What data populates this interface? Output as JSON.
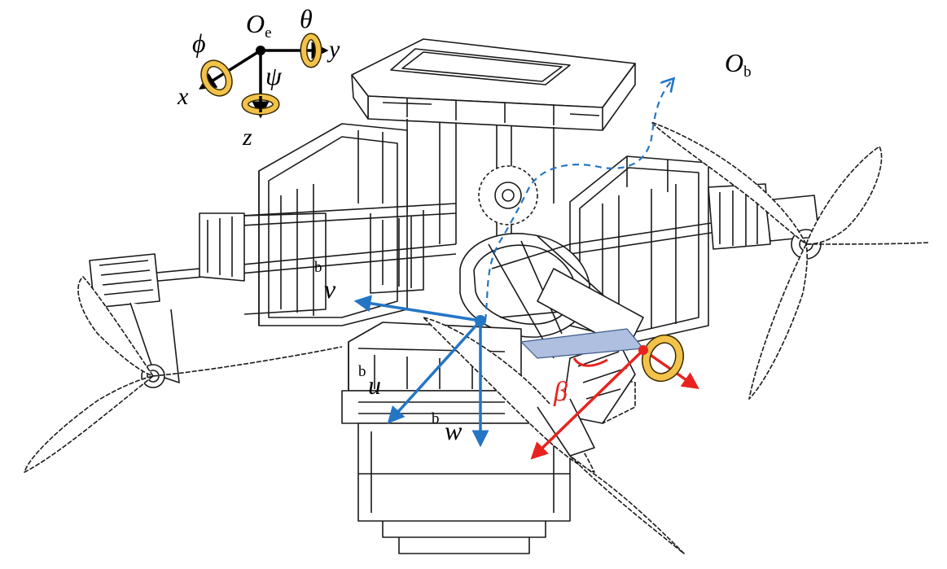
{
  "frames": {
    "earth": {
      "origin": "O",
      "origin_sub": "e",
      "axes": [
        "x",
        "y",
        "z"
      ],
      "angles": {
        "roll": "ϕ",
        "pitch": "θ",
        "yaw": "ψ"
      }
    },
    "body": {
      "origin": "O",
      "origin_sub": "b"
    }
  },
  "velocities": {
    "u": {
      "symbol": "u",
      "sup": "b"
    },
    "v": {
      "symbol": "v",
      "sup": "b"
    },
    "w": {
      "symbol": "w",
      "sup": "b"
    }
  },
  "tilt_angle": "β",
  "colors": {
    "earth_frame": "#000000",
    "rotation_ring": "#f2c24a",
    "rotation_ring_edge": "#3a2a00",
    "body_frame": "#2476c5",
    "tilt": "#e8231f",
    "rotor_plane": "#aebfdf",
    "drawing": "#1a1a1a"
  }
}
